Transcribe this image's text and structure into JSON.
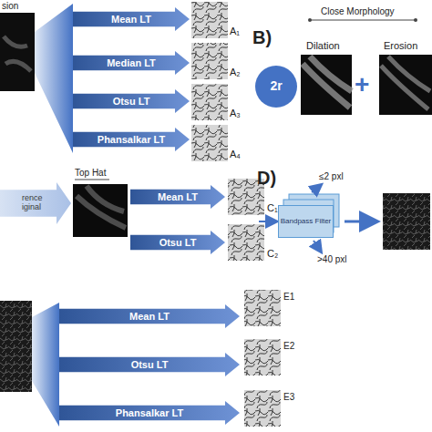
{
  "diagram": {
    "nodes": [
      {
        "text": [
          "Mean LT"
        ]
      },
      {
        "text": [
          "Median LT"
        ]
      },
      {
        "text": [
          "Otsu LT"
        ]
      },
      {
        "text": [
          "Phansalkar LT"
        ]
      },
      {
        "text": [
          "2r"
        ]
      },
      {
        "text": [
          "rence iginal"
        ]
      },
      {
        "text": [
          "Mean LT"
        ]
      },
      {
        "text": [
          "Otsu LT"
        ]
      },
      {
        "text": [
          "Bandpass Filter"
        ]
      },
      {
        "text": [
          "Mean LT"
        ]
      },
      {
        "text": [
          "Otsu LT"
        ]
      },
      {
        "text": [
          "Phansalkar LT"
        ]
      }
    ],
    "labels": [
      "sion",
      "A₁",
      "A₂",
      "A₃",
      "A₄",
      "B)",
      "Close Morphology",
      "Dilation",
      "+",
      "Erosion",
      "Top Hat",
      "C₁",
      "C₂",
      "D)",
      "≤2 pxl",
      ">40 pxl",
      "E1",
      "E2",
      "E3"
    ]
  }
}
